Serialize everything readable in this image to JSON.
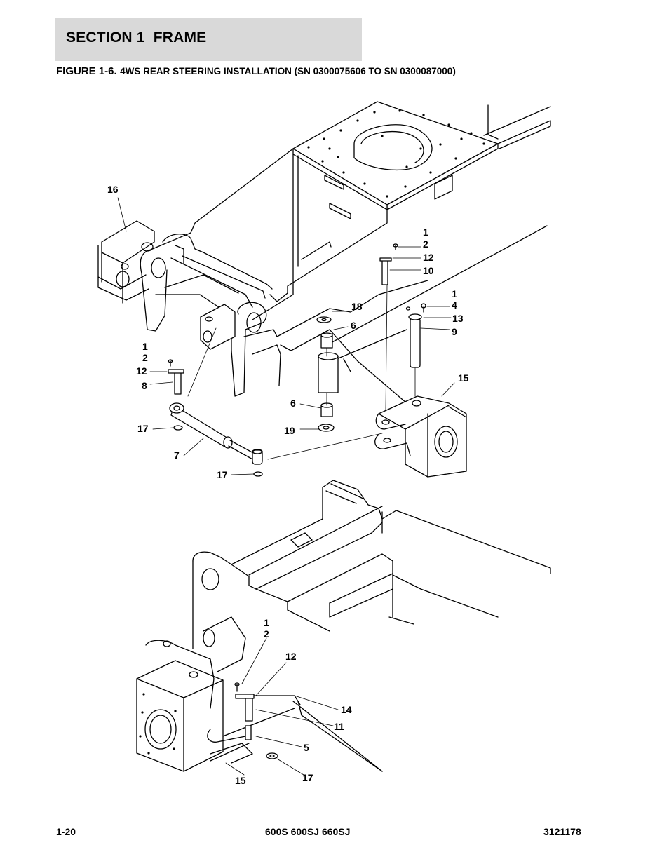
{
  "header": {
    "section_title": "SECTION 1  FRAME"
  },
  "figure": {
    "number": "FIGURE 1-6.",
    "title": "4WS REAR STEERING INSTALLATION (SN 0300075606 TO SN 0300087000)"
  },
  "callouts": [
    "16",
    "1",
    "2",
    "12",
    "10",
    "18",
    "1",
    "4",
    "6",
    "13",
    "9",
    "1",
    "2",
    "12",
    "8",
    "15",
    "6",
    "17",
    "19",
    "7",
    "17",
    "1",
    "2",
    "12",
    "14",
    "11",
    "5",
    "15",
    "17"
  ],
  "footer": {
    "page": "1-20",
    "models": "600S 600SJ 660SJ",
    "doc_number": "3121178"
  }
}
